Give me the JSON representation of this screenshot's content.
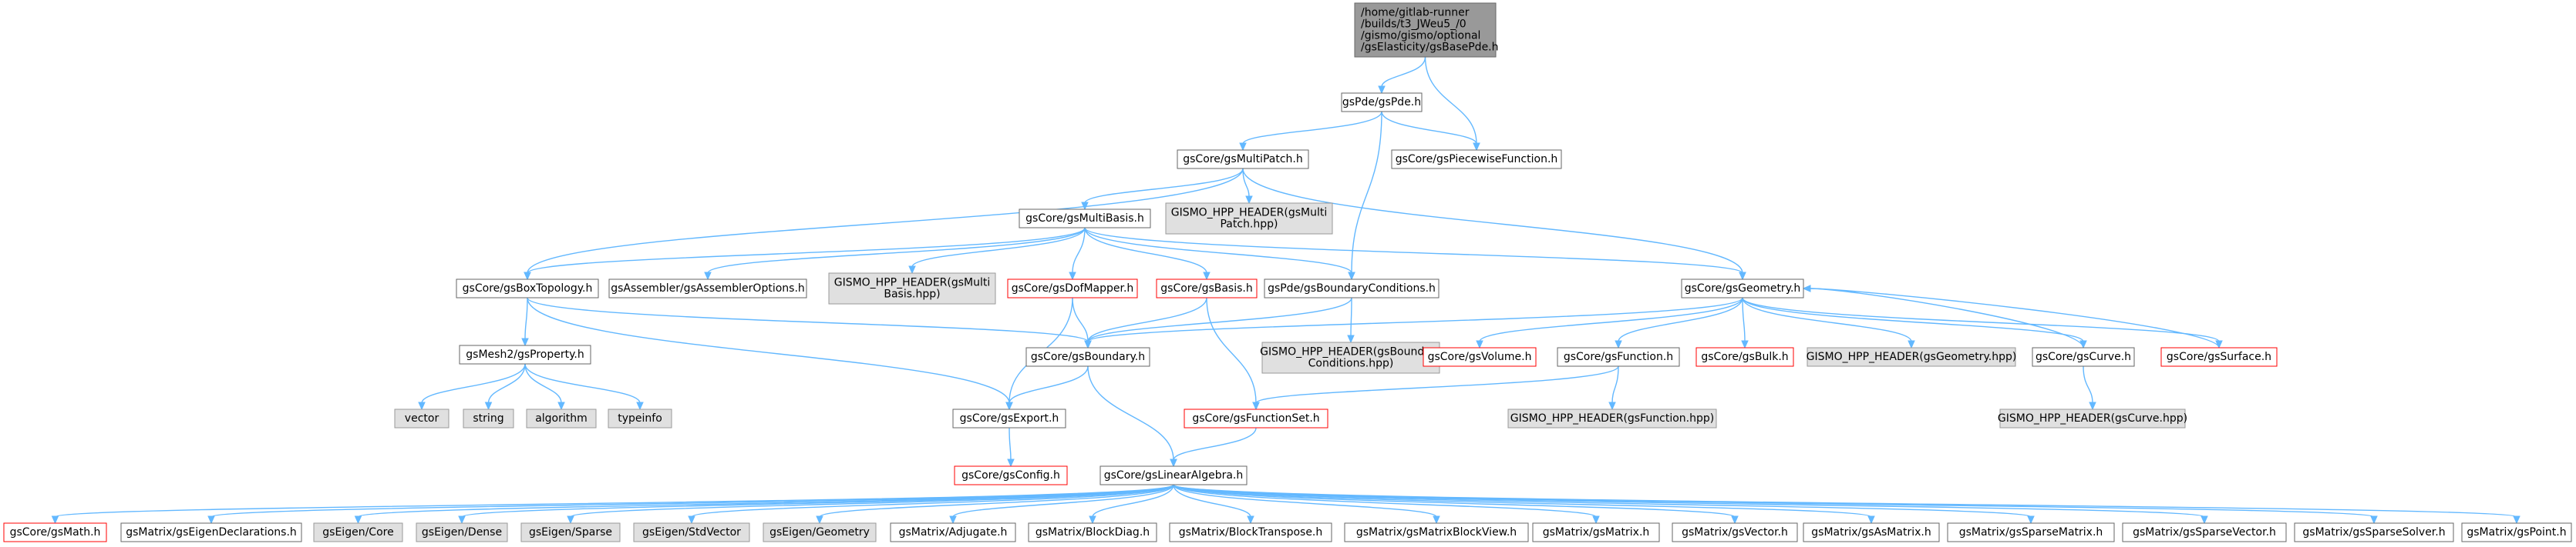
{
  "colors": {
    "edge": "#63b8ff",
    "root_fill": "#999999",
    "root_border": "#666666",
    "normal_fill": "#ffffff",
    "normal_border": "#666666",
    "truncated_fill": "#ffffff",
    "truncated_border": "#ff0000",
    "external_fill": "#e0e0e0",
    "external_border": "#999999"
  },
  "nodes": [
    {
      "id": "root",
      "lines": [
        "/home/gitlab-runner",
        "/builds/t3_JWeu5_/0",
        "/gismo/gismo/optional",
        "/gsElasticity/gsBasePde.h"
      ],
      "kind": "root"
    },
    {
      "id": "gsPde",
      "lines": [
        "gsPde/gsPde.h"
      ],
      "kind": "normal"
    },
    {
      "id": "gsPiecewiseFunction",
      "lines": [
        "gsCore/gsPiecewiseFunction.h"
      ],
      "kind": "normal"
    },
    {
      "id": "gsMultiPatch",
      "lines": [
        "gsCore/gsMultiPatch.h"
      ],
      "kind": "normal"
    },
    {
      "id": "hpp_multipatch",
      "lines": [
        "GISMO_HPP_HEADER(gsMulti",
        "Patch.hpp)"
      ],
      "kind": "external"
    },
    {
      "id": "gsMultiBasis",
      "lines": [
        "gsCore/gsMultiBasis.h"
      ],
      "kind": "normal"
    },
    {
      "id": "gsBoxTopology",
      "lines": [
        "gsCore/gsBoxTopology.h"
      ],
      "kind": "normal"
    },
    {
      "id": "gsAssemblerOptions",
      "lines": [
        "gsAssembler/gsAssemblerOptions.h"
      ],
      "kind": "normal"
    },
    {
      "id": "hpp_multibasis",
      "lines": [
        "GISMO_HPP_HEADER(gsMulti",
        "Basis.hpp)"
      ],
      "kind": "external"
    },
    {
      "id": "gsDofMapper",
      "lines": [
        "gsCore/gsDofMapper.h"
      ],
      "kind": "truncated"
    },
    {
      "id": "gsBasis",
      "lines": [
        "gsCore/gsBasis.h"
      ],
      "kind": "truncated"
    },
    {
      "id": "gsBoundaryConditions",
      "lines": [
        "gsPde/gsBoundaryConditions.h"
      ],
      "kind": "normal"
    },
    {
      "id": "gsGeometry",
      "lines": [
        "gsCore/gsGeometry.h"
      ],
      "kind": "normal"
    },
    {
      "id": "gsProperty",
      "lines": [
        "gsMesh2/gsProperty.h"
      ],
      "kind": "normal"
    },
    {
      "id": "gsBoundary",
      "lines": [
        "gsCore/gsBoundary.h"
      ],
      "kind": "normal"
    },
    {
      "id": "hpp_bc",
      "lines": [
        "GISMO_HPP_HEADER(gsBoundary",
        "Conditions.hpp)"
      ],
      "kind": "external"
    },
    {
      "id": "gsVolume",
      "lines": [
        "gsCore/gsVolume.h"
      ],
      "kind": "truncated"
    },
    {
      "id": "gsFunction",
      "lines": [
        "gsCore/gsFunction.h"
      ],
      "kind": "normal"
    },
    {
      "id": "gsBulk",
      "lines": [
        "gsCore/gsBulk.h"
      ],
      "kind": "truncated"
    },
    {
      "id": "hpp_geometry",
      "lines": [
        "GISMO_HPP_HEADER(gsGeometry.hpp)"
      ],
      "kind": "external"
    },
    {
      "id": "gsCurve",
      "lines": [
        "gsCore/gsCurve.h"
      ],
      "kind": "normal"
    },
    {
      "id": "gsSurface",
      "lines": [
        "gsCore/gsSurface.h"
      ],
      "kind": "truncated"
    },
    {
      "id": "vector",
      "lines": [
        "vector"
      ],
      "kind": "external"
    },
    {
      "id": "string",
      "lines": [
        "string"
      ],
      "kind": "external"
    },
    {
      "id": "algorithm",
      "lines": [
        "algorithm"
      ],
      "kind": "external"
    },
    {
      "id": "typeinfo",
      "lines": [
        "typeinfo"
      ],
      "kind": "external"
    },
    {
      "id": "gsExport",
      "lines": [
        "gsCore/gsExport.h"
      ],
      "kind": "normal"
    },
    {
      "id": "gsFunctionSet",
      "lines": [
        "gsCore/gsFunctionSet.h"
      ],
      "kind": "truncated"
    },
    {
      "id": "hpp_function",
      "lines": [
        "GISMO_HPP_HEADER(gsFunction.hpp)"
      ],
      "kind": "external"
    },
    {
      "id": "hpp_curve",
      "lines": [
        "GISMO_HPP_HEADER(gsCurve.hpp)"
      ],
      "kind": "external"
    },
    {
      "id": "gsConfig",
      "lines": [
        "gsCore/gsConfig.h"
      ],
      "kind": "truncated"
    },
    {
      "id": "gsLinearAlgebra",
      "lines": [
        "gsCore/gsLinearAlgebra.h"
      ],
      "kind": "normal"
    },
    {
      "id": "gsMath",
      "lines": [
        "gsCore/gsMath.h"
      ],
      "kind": "truncated"
    },
    {
      "id": "gsEigenDeclarations",
      "lines": [
        "gsMatrix/gsEigenDeclarations.h"
      ],
      "kind": "normal"
    },
    {
      "id": "eigen_core",
      "lines": [
        "gsEigen/Core"
      ],
      "kind": "external"
    },
    {
      "id": "eigen_dense",
      "lines": [
        "gsEigen/Dense"
      ],
      "kind": "external"
    },
    {
      "id": "eigen_sparse",
      "lines": [
        "gsEigen/Sparse"
      ],
      "kind": "external"
    },
    {
      "id": "eigen_stdvector",
      "lines": [
        "gsEigen/StdVector"
      ],
      "kind": "external"
    },
    {
      "id": "eigen_geometry",
      "lines": [
        "gsEigen/Geometry"
      ],
      "kind": "external"
    },
    {
      "id": "gsAdjugate",
      "lines": [
        "gsMatrix/Adjugate.h"
      ],
      "kind": "normal"
    },
    {
      "id": "gsBlockDiag",
      "lines": [
        "gsMatrix/BlockDiag.h"
      ],
      "kind": "normal"
    },
    {
      "id": "gsBlockTranspose",
      "lines": [
        "gsMatrix/BlockTranspose.h"
      ],
      "kind": "normal"
    },
    {
      "id": "gsMatrixBlockView",
      "lines": [
        "gsMatrix/gsMatrixBlockView.h"
      ],
      "kind": "normal"
    },
    {
      "id": "gsMatrixH",
      "lines": [
        "gsMatrix/gsMatrix.h"
      ],
      "kind": "normal"
    },
    {
      "id": "gsVectorH",
      "lines": [
        "gsMatrix/gsVector.h"
      ],
      "kind": "normal"
    },
    {
      "id": "gsAsMatrix",
      "lines": [
        "gsMatrix/gsAsMatrix.h"
      ],
      "kind": "normal"
    },
    {
      "id": "gsSparseMatrix",
      "lines": [
        "gsMatrix/gsSparseMatrix.h"
      ],
      "kind": "normal"
    },
    {
      "id": "gsSparseVector",
      "lines": [
        "gsMatrix/gsSparseVector.h"
      ],
      "kind": "normal"
    },
    {
      "id": "gsSparseSolver",
      "lines": [
        "gsMatrix/gsSparseSolver.h"
      ],
      "kind": "normal"
    },
    {
      "id": "gsPoint",
      "lines": [
        "gsMatrix/gsPoint.h"
      ],
      "kind": "normal"
    }
  ],
  "edges": [
    [
      "root",
      "gsPde"
    ],
    [
      "root",
      "gsPiecewiseFunction"
    ],
    [
      "gsPde",
      "gsPiecewiseFunction"
    ],
    [
      "gsPde",
      "gsMultiPatch"
    ],
    [
      "gsPde",
      "gsBoundaryConditions"
    ],
    [
      "gsMultiPatch",
      "gsMultiBasis"
    ],
    [
      "gsMultiPatch",
      "hpp_multipatch"
    ],
    [
      "gsMultiPatch",
      "gsBoxTopology"
    ],
    [
      "gsMultiPatch",
      "gsGeometry"
    ],
    [
      "gsMultiBasis",
      "gsBoxTopology"
    ],
    [
      "gsMultiBasis",
      "gsAssemblerOptions"
    ],
    [
      "gsMultiBasis",
      "hpp_multibasis"
    ],
    [
      "gsMultiBasis",
      "gsDofMapper"
    ],
    [
      "gsMultiBasis",
      "gsBasis"
    ],
    [
      "gsMultiBasis",
      "gsBoundaryConditions"
    ],
    [
      "gsMultiBasis",
      "gsGeometry"
    ],
    [
      "gsBoxTopology",
      "gsProperty"
    ],
    [
      "gsBoxTopology",
      "gsBoundary"
    ],
    [
      "gsBoxTopology",
      "gsExport"
    ],
    [
      "gsProperty",
      "vector"
    ],
    [
      "gsProperty",
      "string"
    ],
    [
      "gsProperty",
      "algorithm"
    ],
    [
      "gsProperty",
      "typeinfo"
    ],
    [
      "gsDofMapper",
      "gsBoundary"
    ],
    [
      "gsDofMapper",
      "gsExport"
    ],
    [
      "gsBasis",
      "gsBoundary"
    ],
    [
      "gsBasis",
      "gsFunctionSet"
    ],
    [
      "gsBoundaryConditions",
      "gsBoundary"
    ],
    [
      "gsBoundaryConditions",
      "hpp_bc"
    ],
    [
      "gsGeometry",
      "gsBoundary"
    ],
    [
      "gsGeometry",
      "gsVolume"
    ],
    [
      "gsGeometry",
      "gsFunction"
    ],
    [
      "gsGeometry",
      "gsBulk"
    ],
    [
      "gsGeometry",
      "hpp_geometry"
    ],
    [
      "gsGeometry",
      "gsCurve"
    ],
    [
      "gsGeometry",
      "gsSurface"
    ],
    [
      "gsCurve",
      "gsGeometry"
    ],
    [
      "gsSurface",
      "gsGeometry"
    ],
    [
      "gsCurve",
      "hpp_curve"
    ],
    [
      "gsFunction",
      "gsFunctionSet"
    ],
    [
      "gsFunction",
      "hpp_function"
    ],
    [
      "gsBoundary",
      "gsExport"
    ],
    [
      "gsBoundary",
      "gsLinearAlgebra"
    ],
    [
      "gsExport",
      "gsConfig"
    ],
    [
      "gsFunctionSet",
      "gsLinearAlgebra"
    ],
    [
      "gsLinearAlgebra",
      "gsMath"
    ],
    [
      "gsLinearAlgebra",
      "gsEigenDeclarations"
    ],
    [
      "gsLinearAlgebra",
      "eigen_core"
    ],
    [
      "gsLinearAlgebra",
      "eigen_dense"
    ],
    [
      "gsLinearAlgebra",
      "eigen_sparse"
    ],
    [
      "gsLinearAlgebra",
      "eigen_stdvector"
    ],
    [
      "gsLinearAlgebra",
      "eigen_geometry"
    ],
    [
      "gsLinearAlgebra",
      "gsAdjugate"
    ],
    [
      "gsLinearAlgebra",
      "gsBlockDiag"
    ],
    [
      "gsLinearAlgebra",
      "gsBlockTranspose"
    ],
    [
      "gsLinearAlgebra",
      "gsMatrixBlockView"
    ],
    [
      "gsLinearAlgebra",
      "gsMatrixH"
    ],
    [
      "gsLinearAlgebra",
      "gsVectorH"
    ],
    [
      "gsLinearAlgebra",
      "gsAsMatrix"
    ],
    [
      "gsLinearAlgebra",
      "gsSparseMatrix"
    ],
    [
      "gsLinearAlgebra",
      "gsSparseVector"
    ],
    [
      "gsLinearAlgebra",
      "gsSparseSolver"
    ],
    [
      "gsLinearAlgebra",
      "gsPoint"
    ]
  ]
}
